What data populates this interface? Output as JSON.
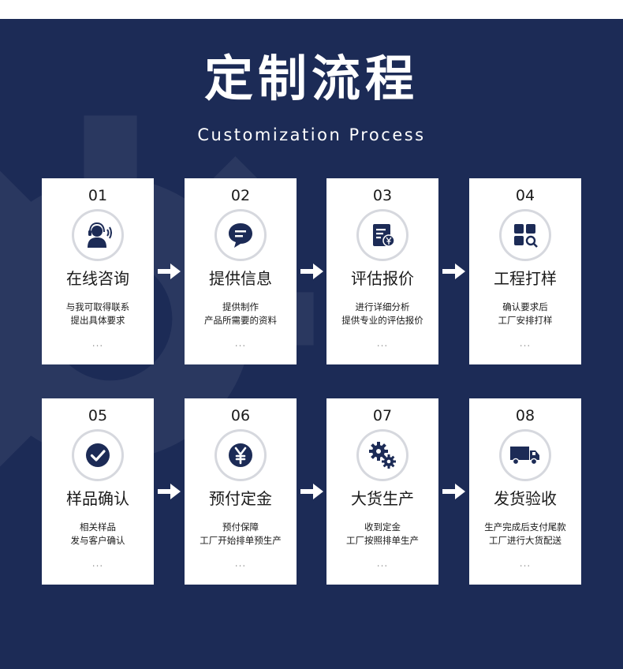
{
  "header": {
    "title": "定制流程",
    "subtitle": "Customization Process"
  },
  "colors": {
    "background": "#1c2b56",
    "card": "#ffffff",
    "icon_fill": "#1c2b56",
    "ring": "#d6d8de"
  },
  "steps": [
    {
      "num": "01",
      "title": "在线咨询",
      "desc": [
        "与我可取得联系",
        "提出具体要求"
      ],
      "more": "...",
      "icon": "headset-agent-icon"
    },
    {
      "num": "02",
      "title": "提供信息",
      "desc": [
        "提供制作",
        "产品所需要的资料"
      ],
      "more": "...",
      "icon": "chat-bubble-icon"
    },
    {
      "num": "03",
      "title": "评估报价",
      "desc": [
        "进行详细分析",
        "提供专业的评估报价"
      ],
      "more": "...",
      "icon": "invoice-yen-icon"
    },
    {
      "num": "04",
      "title": "工程打样",
      "desc": [
        "确认要求后",
        "工厂安排打样"
      ],
      "more": "...",
      "icon": "grid-search-icon"
    },
    {
      "num": "05",
      "title": "样品确认",
      "desc": [
        "相关样品",
        "发与客户确认"
      ],
      "more": "...",
      "icon": "check-circle-icon"
    },
    {
      "num": "06",
      "title": "预付定金",
      "desc": [
        "预付保障",
        "工厂开始排单预生产"
      ],
      "more": "...",
      "icon": "yen-coin-icon"
    },
    {
      "num": "07",
      "title": "大货生产",
      "desc": [
        "收到定金",
        "工厂按照排单生产"
      ],
      "more": "...",
      "icon": "gears-icon"
    },
    {
      "num": "08",
      "title": "发货验收",
      "desc": [
        "生产完成后支付尾款",
        "工厂进行大货配送"
      ],
      "more": "...",
      "icon": "delivery-truck-icon"
    }
  ]
}
